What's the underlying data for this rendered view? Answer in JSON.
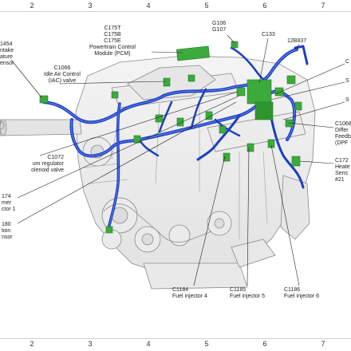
{
  "grid": {
    "columns": [
      "2",
      "3",
      "4",
      "5",
      "6",
      "7"
    ]
  },
  "colors": {
    "harness": "#1d3fbf",
    "harness_highlight": "#5c7ff0",
    "connector": "#3daa3d",
    "connector_dark": "#1f7a1f",
    "engine_line": "#8a8a8a",
    "leader": "#222222"
  },
  "labels": {
    "c1454": [
      "1454",
      "ntake",
      "ature",
      "ensor"
    ],
    "c1066": [
      "C1066",
      "Idle Air Control",
      "(IAC) valve"
    ],
    "c175": [
      "C175T",
      "C175B",
      "C175E",
      "Powertrain Control",
      "Module (PCM)"
    ],
    "g106": [
      "G106",
      "G107"
    ],
    "c133": [
      "C133"
    ],
    "b837": [
      "12B837"
    ],
    "c_right1": [
      "C"
    ],
    "s_right1": [
      "S"
    ],
    "s_right2": [
      "S"
    ],
    "c1068": [
      "C1068",
      "Differ",
      "Feedb",
      "(DPF"
    ],
    "c1072": [
      "C1072",
      "um regulator",
      "olenoid valve"
    ],
    "c174": [
      "174",
      "mer",
      "ctor 1"
    ],
    "c180": [
      "180",
      "tion",
      "nsor"
    ],
    "c172": [
      "C172",
      "Heate",
      "Sens",
      "#21"
    ],
    "c1184": [
      "C1184",
      "Fuel injector 4"
    ],
    "c1185": [
      "C1185",
      "Fuel injector 5"
    ],
    "c1186": [
      "C1186",
      "Fuel injector 6"
    ]
  },
  "icons": [
    "wiring-harness",
    "electrical-connector",
    "engine-block-outline"
  ]
}
